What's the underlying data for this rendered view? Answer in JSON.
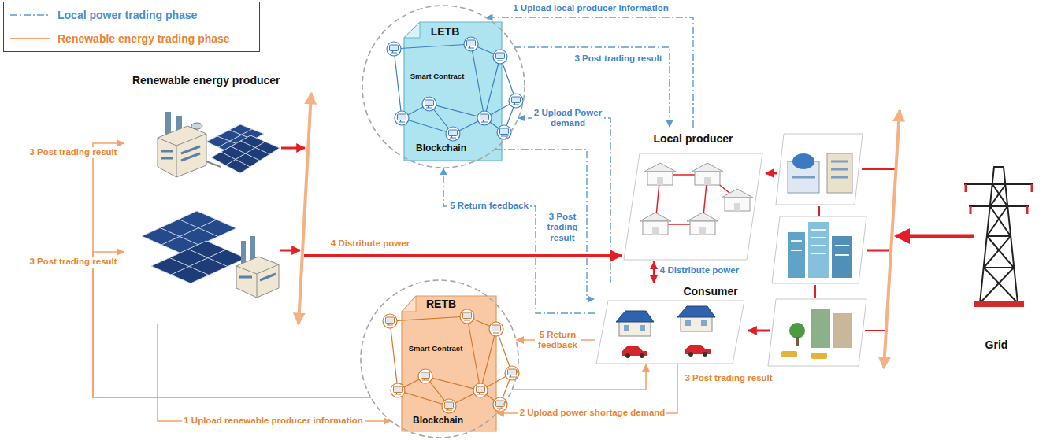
{
  "diagram": {
    "nodes": [
      {
        "text": [
          "Renewable energy producer"
        ]
      },
      {
        "text": [
          "LETB",
          "Smart Contract",
          "Blockchain"
        ]
      },
      {
        "text": [
          "RETB",
          "Smart Contract",
          "Blockchain"
        ]
      },
      {
        "text": [
          "Local producer"
        ]
      },
      {
        "text": [
          "Consumer"
        ]
      },
      {
        "text": [
          "Grid"
        ]
      }
    ],
    "edges": [
      {
        "from": 3,
        "to": 1,
        "label": "1 Upload local producer information",
        "arrow": "to"
      },
      {
        "from": 1,
        "to": 3,
        "label": "3 Post trading result",
        "arrow": "to"
      },
      {
        "from": 4,
        "to": 1,
        "label": "2 Upload Power demand",
        "arrow": "to"
      },
      {
        "from": 1,
        "to": 4,
        "label": "3 Post trading result",
        "arrow": "to"
      },
      {
        "from": 4,
        "to": 1,
        "label": "5 Return feedback",
        "arrow": "to"
      },
      {
        "from": 3,
        "to": 4,
        "label": "4 Distribute power",
        "arrow": "both"
      },
      {
        "from": 0,
        "to": 2,
        "label": "1 Upload renewable producer information",
        "arrow": "to"
      },
      {
        "from": 2,
        "to": 0,
        "label": "3 Post trading result",
        "arrow": "to"
      },
      {
        "from": 2,
        "to": 0,
        "label": "3 Post trading result",
        "arrow": "to"
      },
      {
        "from": 4,
        "to": 2,
        "label": "2 Upload power shortage demand",
        "arrow": "to"
      },
      {
        "from": 2,
        "to": 4,
        "label": "3 Post trading result",
        "arrow": "to"
      },
      {
        "from": 4,
        "to": 2,
        "label": "5 Return feedback",
        "arrow": "to"
      },
      {
        "from": 0,
        "to": 3,
        "label": "4 Distribute power",
        "arrow": "to"
      }
    ],
    "legend": [
      {
        "text": "Local power trading phase"
      },
      {
        "text": "Renewable energy trading phase"
      }
    ]
  }
}
